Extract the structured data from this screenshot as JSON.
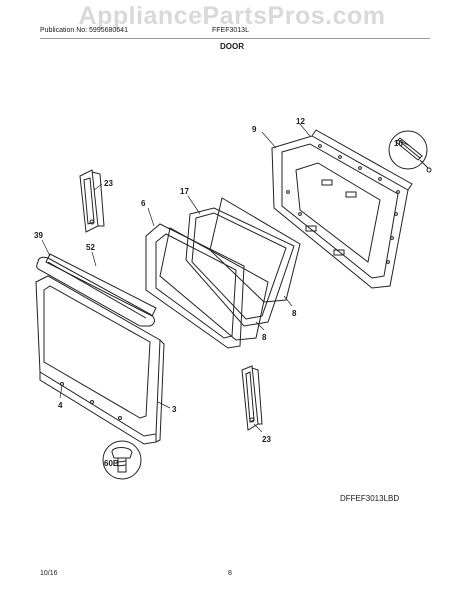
{
  "header": {
    "watermark": "AppliancePartsPros.com",
    "publication": "Publication No: 5995680641",
    "model": "FFEF3013L",
    "section_title": "DOOR"
  },
  "diagram": {
    "code": "DFFEF3013LBD",
    "callouts": [
      "9",
      "12",
      "10",
      "23",
      "17",
      "6",
      "39",
      "52",
      "8",
      "8",
      "4",
      "3",
      "23",
      "60B"
    ]
  },
  "footer": {
    "date": "10/16",
    "page": "8"
  }
}
